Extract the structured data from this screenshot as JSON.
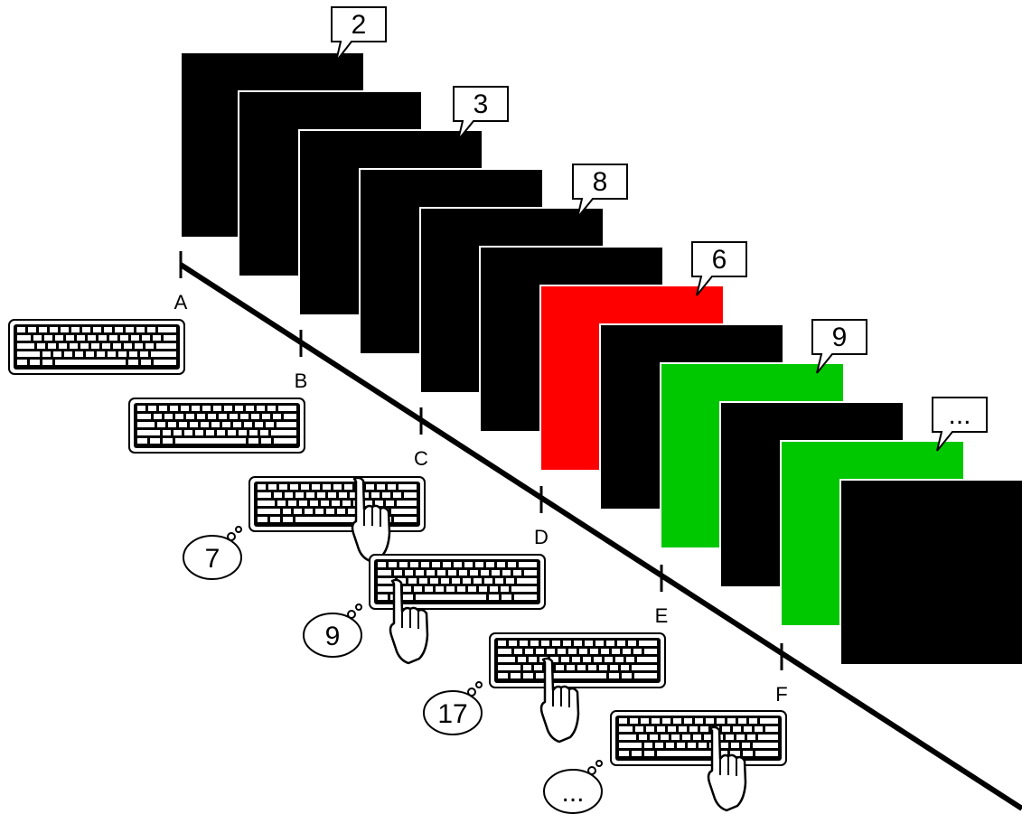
{
  "colors": {
    "black": "#000000",
    "red": "#ff0000",
    "green": "#00c800",
    "white": "#ffffff"
  },
  "tick_labels": [
    "A",
    "B",
    "C",
    "D",
    "E",
    "F"
  ],
  "screen_colors": [
    "black",
    "black",
    "black",
    "black",
    "black",
    "black",
    "red",
    "black",
    "green",
    "black",
    "green",
    "black"
  ],
  "callout_labels": [
    "2",
    "3",
    "8",
    "6",
    "9",
    "..."
  ],
  "thought_labels": [
    "7",
    "9",
    "17",
    "..."
  ],
  "keyboards_total": 6,
  "keyboards_with_hand": 4
}
